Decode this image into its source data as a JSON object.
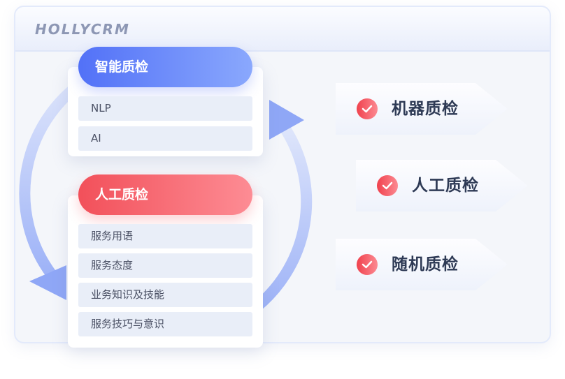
{
  "brand": "HOLLYCRM",
  "smart_qc": {
    "title": "智能质检",
    "items": [
      "NLP",
      "AI"
    ]
  },
  "manual_qc": {
    "title": "人工质检",
    "items": [
      "服务用语",
      "服务态度",
      "业务知识及技能",
      "服务技巧与意识"
    ]
  },
  "tags": [
    {
      "label": "机器质检"
    },
    {
      "label": "人工质检"
    },
    {
      "label": "随机质检"
    }
  ],
  "colors": {
    "blue": "#5271f7",
    "red": "#f2505a",
    "text": "#2e3a55"
  }
}
